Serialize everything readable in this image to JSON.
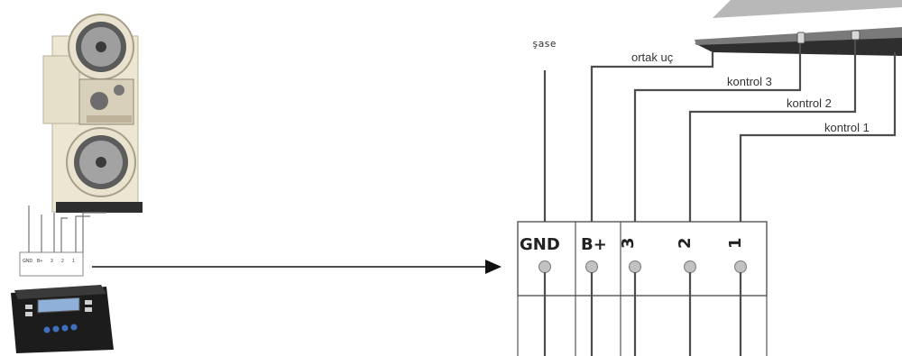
{
  "colors": {
    "wire": "#4d4d4d",
    "terminal_border": "#555555",
    "screw": "#bdbdbd",
    "device_panel": "#8a8a8a",
    "controller_body": "#1c1c1c",
    "controller_screen": "#8fb0d8",
    "controller_buttons": "#3f6fc0",
    "machine_body": "#e7e0cc"
  },
  "wires": {
    "chassis": "şase",
    "common": "ortak uç",
    "control3": "kontrol 3",
    "control2": "kontrol 2",
    "control1": "kontrol 1"
  },
  "terminals": [
    {
      "label": "GND",
      "rotated": false
    },
    {
      "label": "B+",
      "rotated": false
    },
    {
      "label": "3",
      "rotated": true
    },
    {
      "label": "2",
      "rotated": true
    },
    {
      "label": "1",
      "rotated": true
    }
  ],
  "small_terminal_block": {
    "labels": [
      "GND",
      "B+",
      "3",
      "2",
      "1"
    ]
  },
  "icons": {
    "arrow": "arrow-right-icon",
    "machine": "industrial-machine-icon",
    "controller": "controller-device-icon"
  }
}
